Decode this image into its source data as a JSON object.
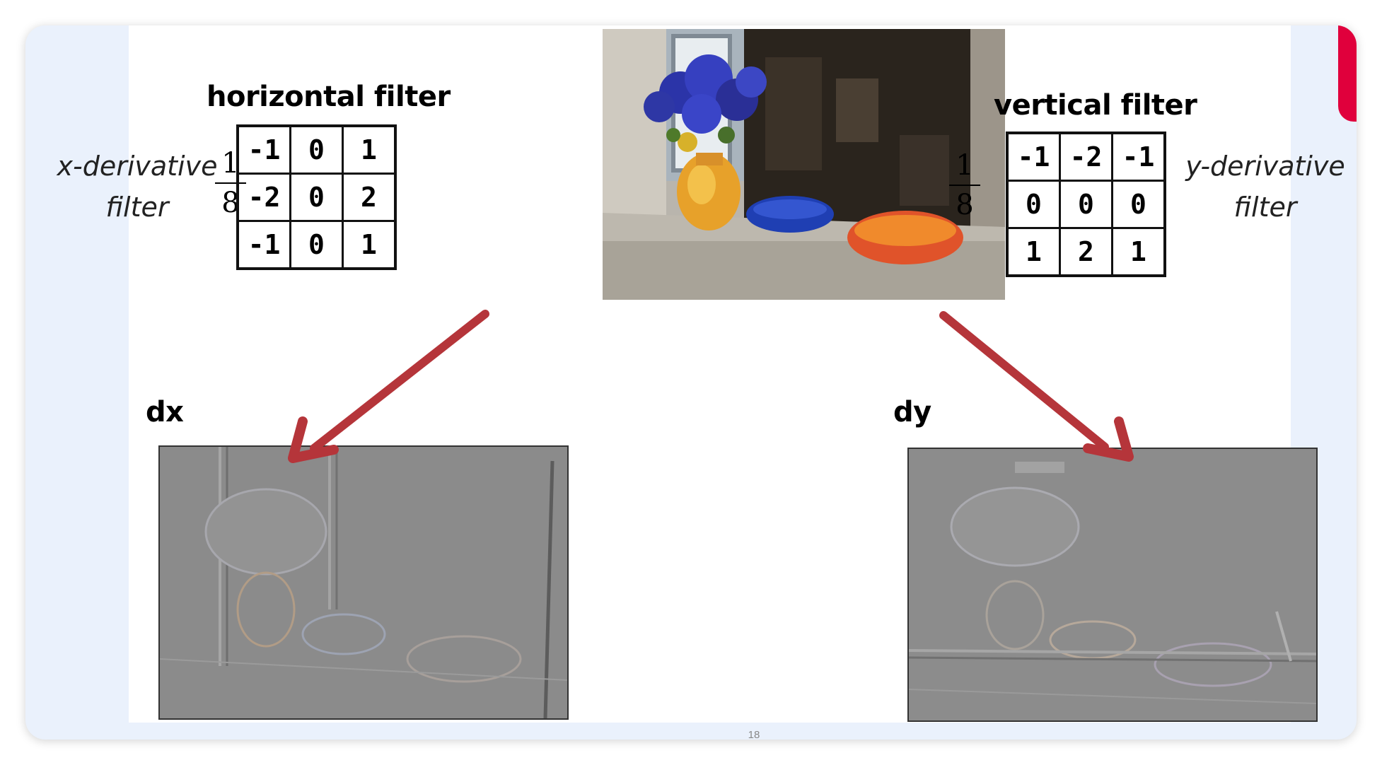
{
  "slide": {
    "page_number": "18",
    "accent_color": "#e0003c"
  },
  "horizontal": {
    "heading": "horizontal filter",
    "side_label_line1": "x-derivative",
    "side_label_line2": "filter",
    "frac_num": "1",
    "frac_den": "8",
    "kernel": [
      [
        "-1",
        "0",
        "1"
      ],
      [
        "-2",
        "0",
        "2"
      ],
      [
        "-1",
        "0",
        "1"
      ]
    ]
  },
  "vertical": {
    "heading": "vertical filter",
    "side_label_line1": "y-derivative",
    "side_label_line2": "filter",
    "frac_num": "1",
    "frac_den": "8",
    "kernel": [
      [
        "-1",
        "-2",
        "-1"
      ],
      [
        "0",
        "0",
        "0"
      ],
      [
        "1",
        "2",
        "1"
      ]
    ]
  },
  "results": {
    "dx_label": "dx",
    "dy_label": "dy"
  },
  "arrow_color": "#b5353a"
}
